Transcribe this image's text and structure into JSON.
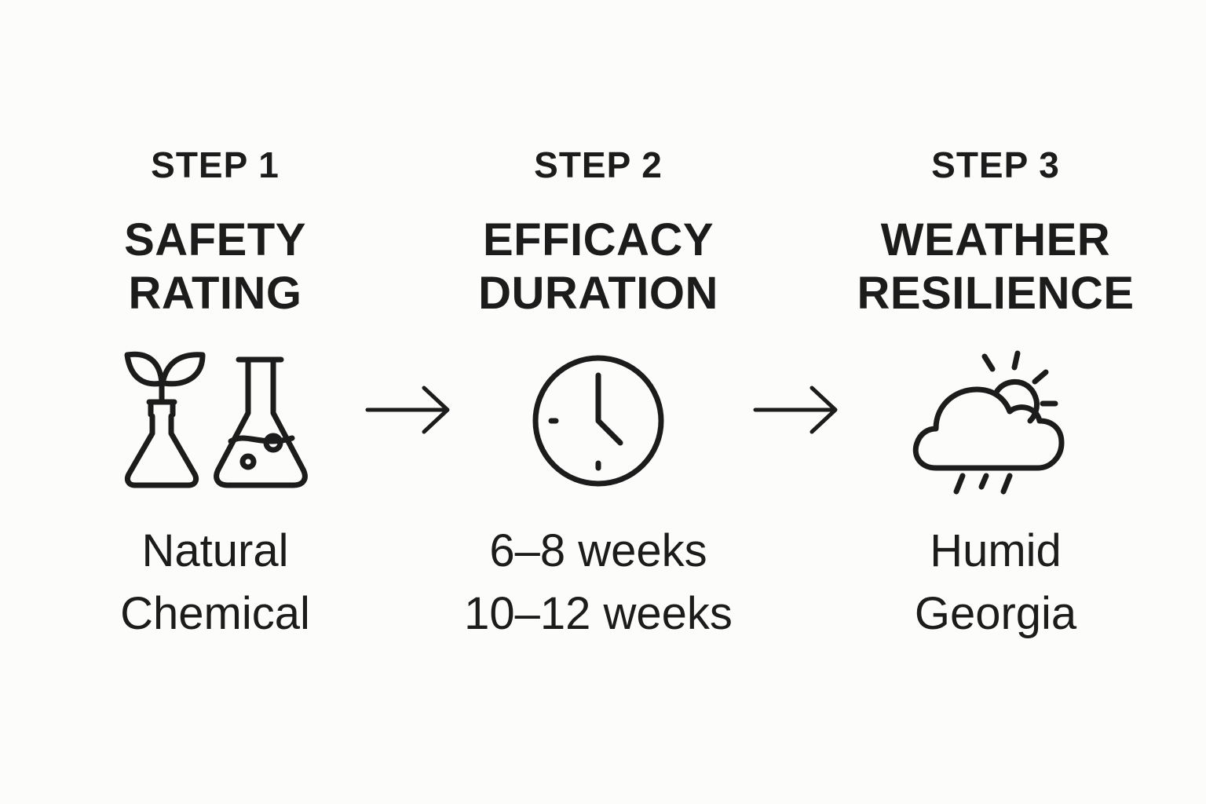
{
  "steps": [
    {
      "label": "STEP 1",
      "title_lines": [
        "SAFETY",
        "RATING"
      ],
      "icon": "plant-and-chemical-flask-icons",
      "values": [
        "Natural",
        "Chemical"
      ]
    },
    {
      "label": "STEP 2",
      "title_lines": [
        "EFFICACY",
        "DURATION"
      ],
      "icon": "clock-icon",
      "values": [
        "6–8 weeks",
        "10–12 weeks"
      ]
    },
    {
      "label": "STEP 3",
      "title_lines": [
        "WEATHER",
        "RESILIENCE"
      ],
      "icon": "cloud-sun-rain-icon",
      "values": [
        "Humid",
        "Georgia"
      ]
    }
  ],
  "arrows": [
    "right-arrow-icon",
    "right-arrow-icon"
  ],
  "colors": {
    "background": "#fcfcfa",
    "ink": "#1c1c1c"
  }
}
